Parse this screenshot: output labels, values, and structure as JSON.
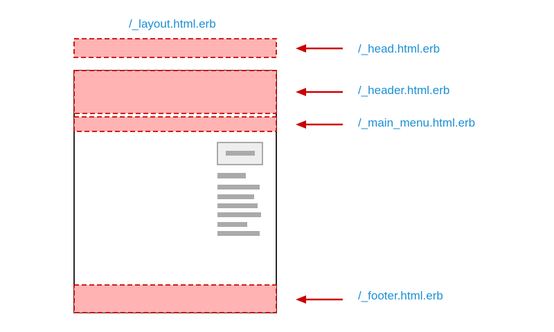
{
  "layout_label": "/_layout.html.erb",
  "partials": [
    {
      "id": "head",
      "label": "/_head.html.erb"
    },
    {
      "id": "header",
      "label": "/_header.html.erb"
    },
    {
      "id": "main_menu",
      "label": "/_main_menu.html.erb"
    },
    {
      "id": "footer",
      "label": "/_footer.html.erb"
    }
  ],
  "colors": {
    "label_text": "#1a8fd6",
    "region_fill": "#ffb3b3",
    "region_border": "#cc0000",
    "arrow": "#cc0000",
    "placeholder_bar": "#aaaaaa"
  }
}
